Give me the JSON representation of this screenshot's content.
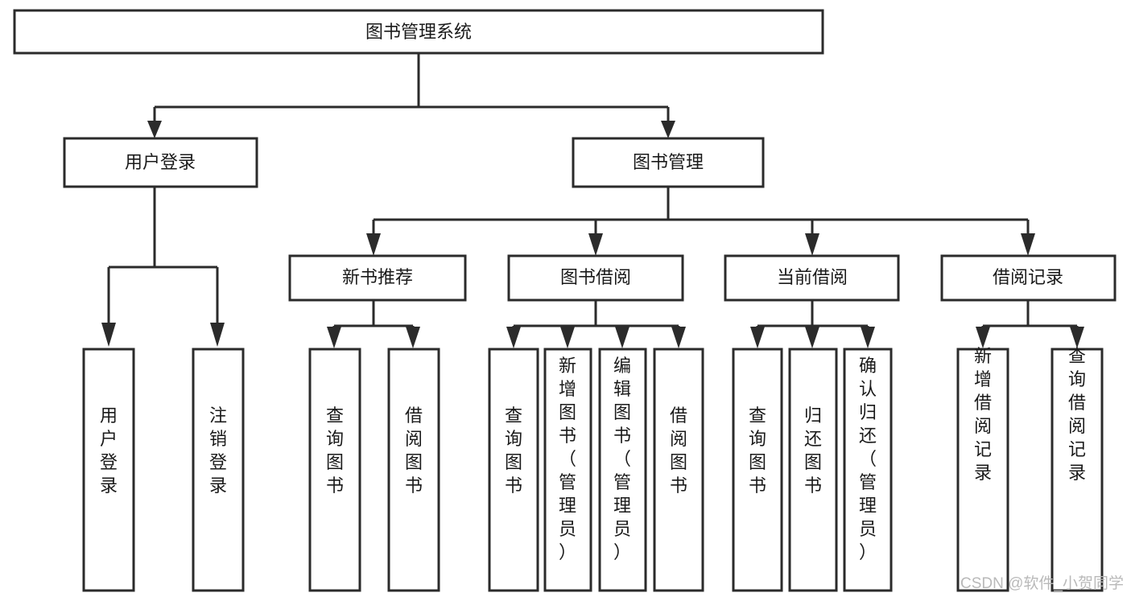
{
  "diagram": {
    "title": "图书管理系统",
    "type": "hierarchy-tree",
    "root": {
      "id": "root",
      "label": "图书管理系统"
    },
    "level2": [
      {
        "id": "user-login",
        "label": "用户登录"
      },
      {
        "id": "book-manage",
        "label": "图书管理"
      }
    ],
    "level3": [
      {
        "id": "new-book-rec",
        "label": "新书推荐",
        "parent": "book-manage"
      },
      {
        "id": "book-borrow",
        "label": "图书借阅",
        "parent": "book-manage"
      },
      {
        "id": "current-borrow",
        "label": "当前借阅",
        "parent": "book-manage"
      },
      {
        "id": "borrow-record",
        "label": "借阅记录",
        "parent": "book-manage"
      }
    ],
    "leaves": [
      {
        "id": "leaf-user-login",
        "label": "用户登录",
        "parent": "user-login"
      },
      {
        "id": "leaf-logout",
        "label": "注销登录",
        "parent": "user-login"
      },
      {
        "id": "leaf-query-book-1",
        "label": "查询图书",
        "parent": "new-book-rec"
      },
      {
        "id": "leaf-borrow-book-1",
        "label": "借阅图书",
        "parent": "new-book-rec"
      },
      {
        "id": "leaf-query-book-2",
        "label": "查询图书",
        "parent": "book-borrow"
      },
      {
        "id": "leaf-add-book",
        "label": "新增图书（管理员）",
        "parent": "book-borrow"
      },
      {
        "id": "leaf-edit-book",
        "label": "编辑图书（管理员）",
        "parent": "book-borrow"
      },
      {
        "id": "leaf-borrow-book-2",
        "label": "借阅图书",
        "parent": "book-borrow"
      },
      {
        "id": "leaf-query-book-3",
        "label": "查询图书",
        "parent": "current-borrow"
      },
      {
        "id": "leaf-return-book",
        "label": "归还图书",
        "parent": "current-borrow"
      },
      {
        "id": "leaf-confirm-return",
        "label": "确认归还（管理员）",
        "parent": "current-borrow"
      },
      {
        "id": "leaf-add-record",
        "label": "新增借阅记录",
        "parent": "borrow-record"
      },
      {
        "id": "leaf-query-record",
        "label": "查询借阅记录",
        "parent": "borrow-record"
      }
    ]
  },
  "watermark": {
    "text": "CSDN @软件_小贺同学"
  },
  "colors": {
    "stroke": "#2b2b2b",
    "fill": "#ffffff",
    "text": "#1a1a1a",
    "watermark": "#b9b9b9"
  }
}
